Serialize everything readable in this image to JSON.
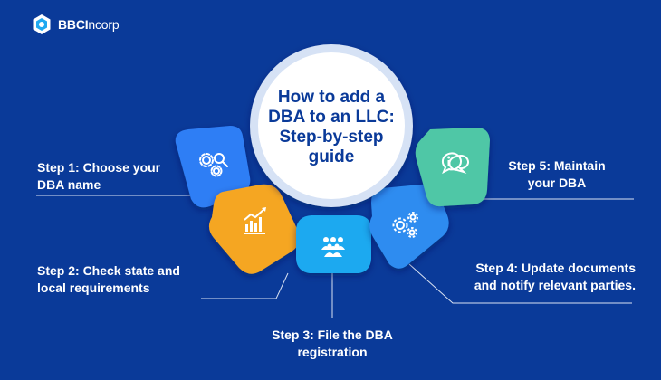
{
  "brand": {
    "name_bold": "BBCI",
    "name_rest": "ncorp",
    "logo_icon": "bbcincorp-logo-icon"
  },
  "center": {
    "title_lines": [
      "How to add a",
      "DBA to an LLC:",
      "Step-by-step",
      "guide"
    ]
  },
  "steps": [
    {
      "lines": [
        "Step 1: Choose your",
        "DBA name"
      ],
      "color": "#2f7ef5",
      "icon": "gear-search-icon"
    },
    {
      "lines": [
        "Step 2: Check state and",
        "local requirements"
      ],
      "color": "#f5a623",
      "icon": "growth-chart-icon"
    },
    {
      "lines": [
        "Step 3: File the DBA",
        "registration"
      ],
      "color": "#1fa9f0",
      "icon": "people-group-icon"
    },
    {
      "lines": [
        "Step 4: Update documents",
        "and notify relevant parties."
      ],
      "color": "#2d8cf0",
      "icon": "gears-icon"
    },
    {
      "lines": [
        "Step 5: Maintain",
        "your DBA"
      ],
      "color": "#4fc7a6",
      "icon": "chat-info-icon"
    }
  ],
  "colors": {
    "background": "#0a3a99",
    "connector": "#d9e2f2",
    "text": "#ffffff",
    "title": "#0a3a99"
  }
}
